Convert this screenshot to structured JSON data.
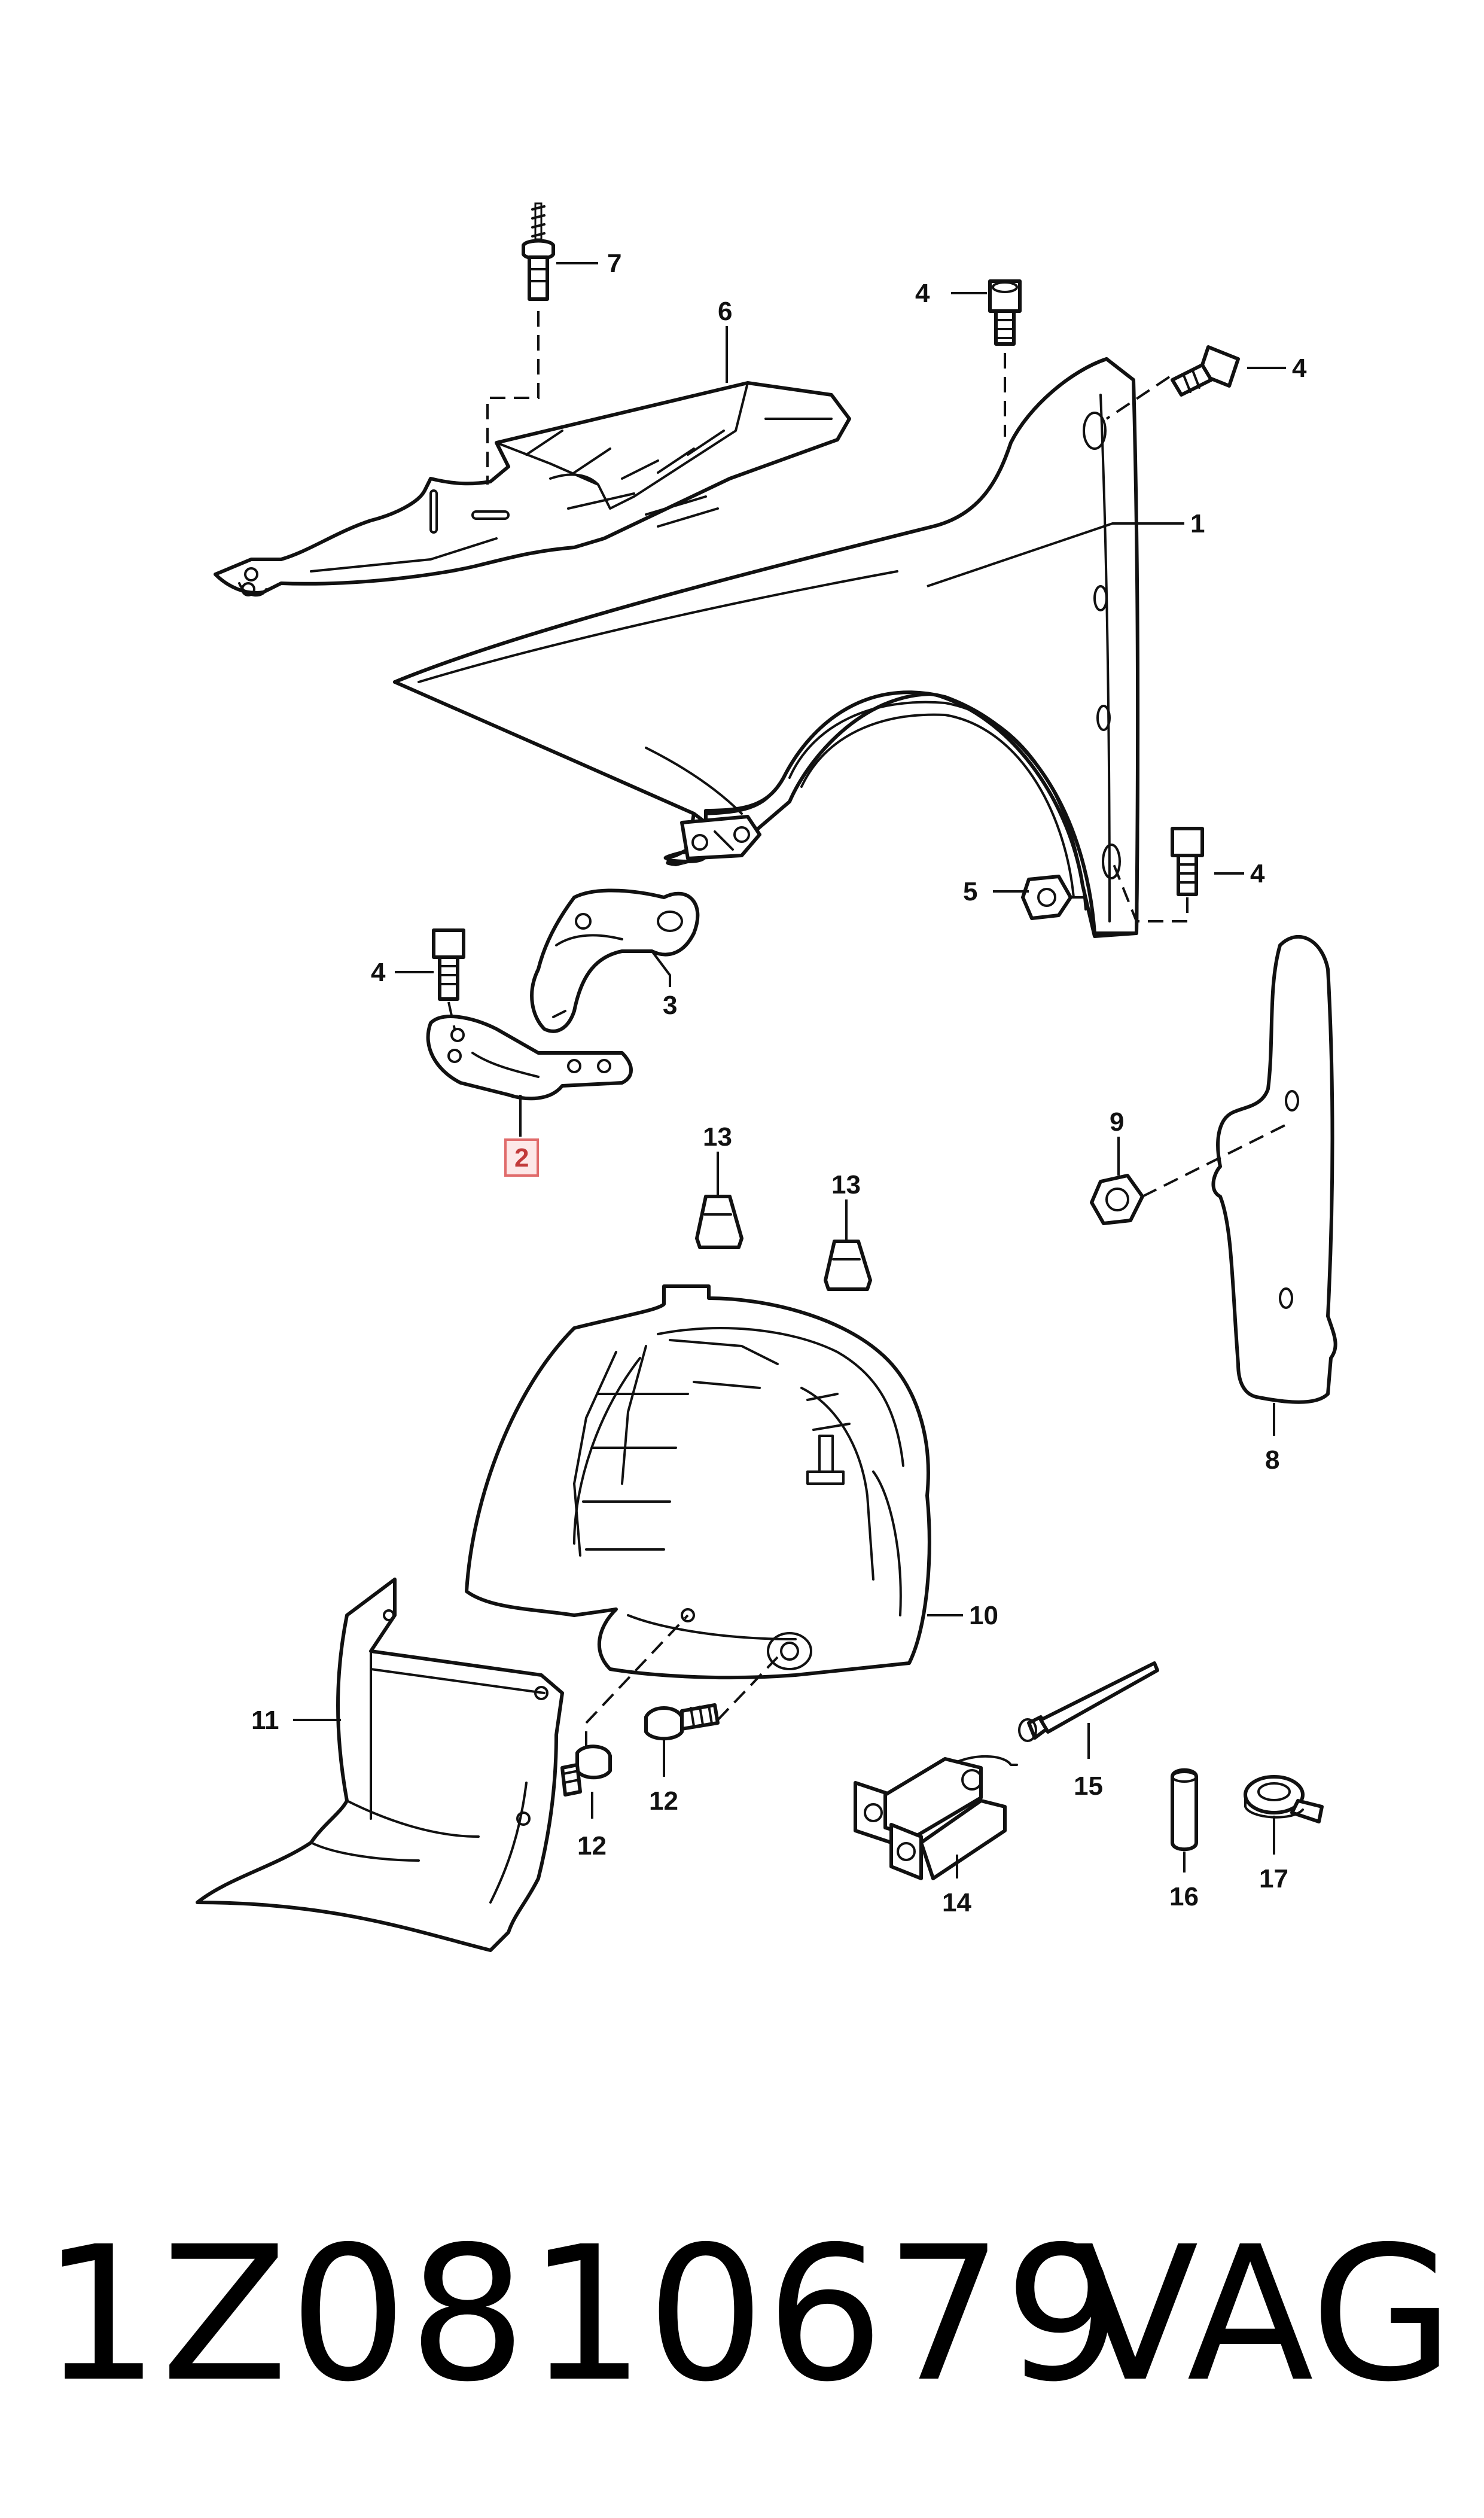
{
  "callouts": {
    "c1": "1",
    "c2": "2",
    "c3": "3",
    "c4a": "4",
    "c4b": "4",
    "c4c": "4",
    "c4d": "4",
    "c5": "5",
    "c6": "6",
    "c7": "7",
    "c8": "8",
    "c9": "9",
    "c10": "10",
    "c11": "11",
    "c12a": "12",
    "c12b": "12",
    "c13a": "13",
    "c13b": "13",
    "c14": "14",
    "c15": "15",
    "c16": "16",
    "c17": "17"
  },
  "highlighted_callout": "2",
  "colors": {
    "highlight_fill": "#fde8e8",
    "highlight_stroke": "#e06b6b",
    "line": "#111111"
  },
  "footer": {
    "part_number": "1Z0810679",
    "brand": "VAG"
  }
}
